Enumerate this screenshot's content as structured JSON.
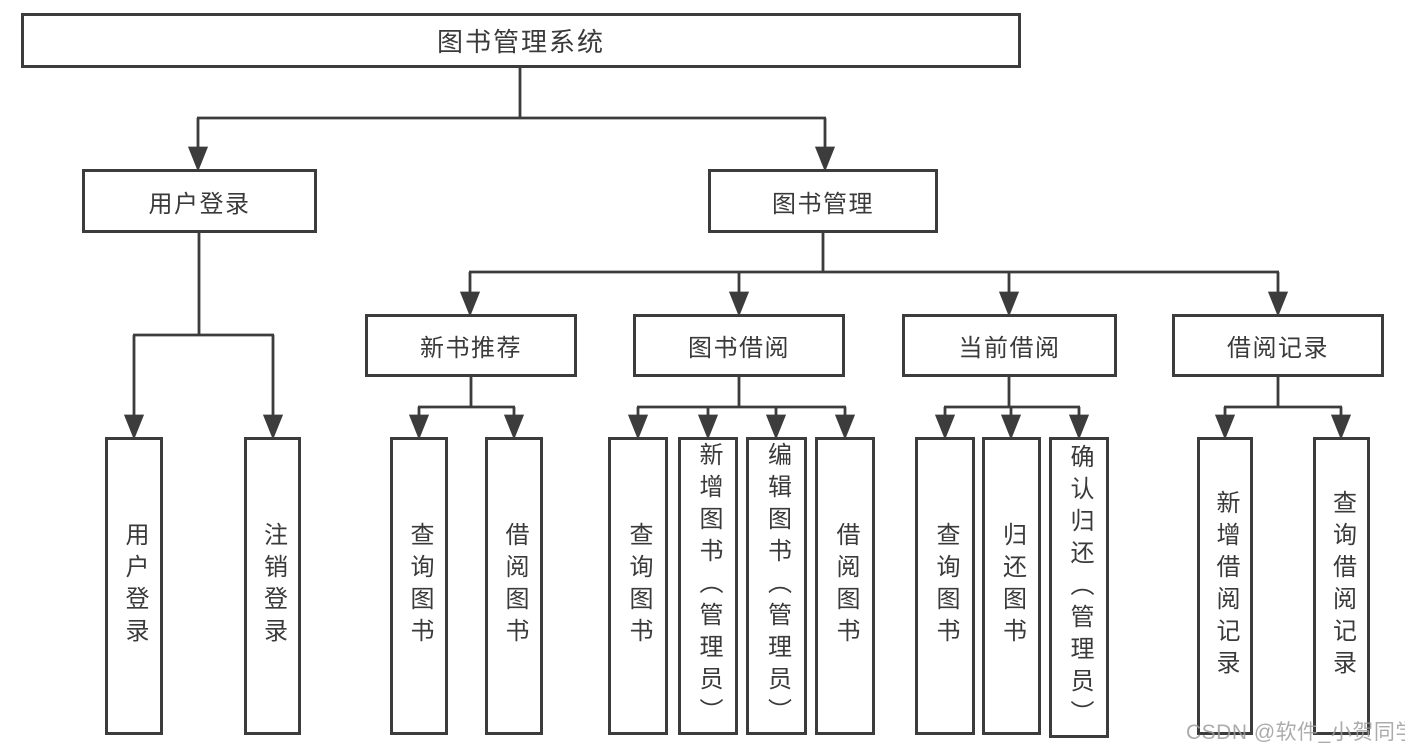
{
  "tree": {
    "root": {
      "label": "图书管理系统"
    },
    "branches": [
      {
        "label": "用户登录",
        "children": [
          {
            "label": "用户登录"
          },
          {
            "label": "注销登录"
          }
        ]
      },
      {
        "label": "图书管理",
        "children": [
          {
            "label": "新书推荐",
            "children": [
              {
                "label": "查询图书"
              },
              {
                "label": "借阅图书"
              }
            ]
          },
          {
            "label": "图书借阅",
            "children": [
              {
                "label": "查询图书"
              },
              {
                "label": "新增图书（管理员）"
              },
              {
                "label": "编辑图书（管理员）"
              },
              {
                "label": "借阅图书"
              }
            ]
          },
          {
            "label": "当前借阅",
            "children": [
              {
                "label": "查询图书"
              },
              {
                "label": "归还图书"
              },
              {
                "label": "确认归还（管理员）"
              }
            ]
          },
          {
            "label": "借阅记录",
            "children": [
              {
                "label": "新增借阅记录"
              },
              {
                "label": "查询借阅记录"
              }
            ]
          }
        ]
      }
    ]
  },
  "watermark": {
    "text": "CSDN @软件_小贺同学"
  },
  "colors": {
    "line": "#3c3c3c",
    "box_border": "#3c3c3c",
    "box_fill": "#ffffff",
    "text": "#3a3a3a",
    "watermark": "#9e9e9e",
    "background": "#ffffff"
  }
}
